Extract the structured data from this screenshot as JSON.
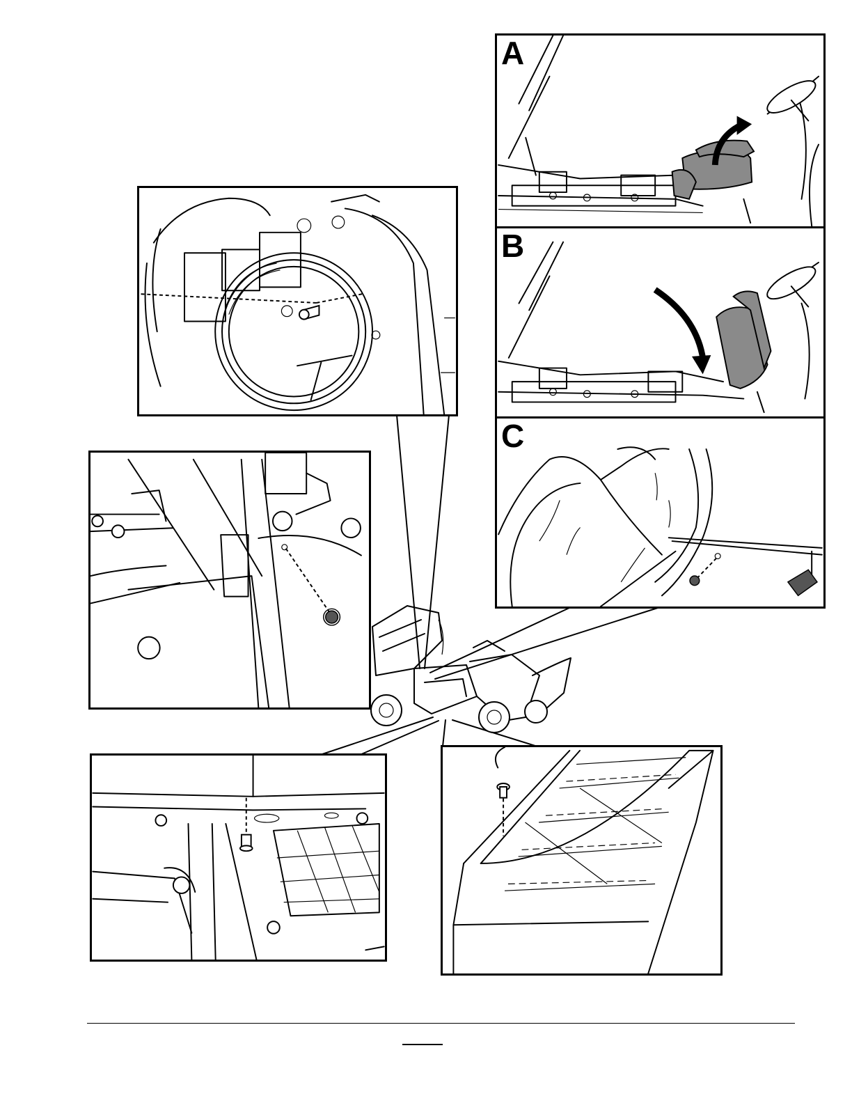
{
  "panels": {
    "a": {
      "letter": "A"
    },
    "b": {
      "letter": "B"
    },
    "c": {
      "letter": "C"
    }
  },
  "icons": {
    "rotate_arrow": "curved-arrow-up-icon",
    "lower_arrow": "curved-arrow-down-icon",
    "fastener": "screw-icon"
  },
  "colors": {
    "seat_fill": "#8a8a8a",
    "line": "#000000",
    "background": "#ffffff"
  }
}
